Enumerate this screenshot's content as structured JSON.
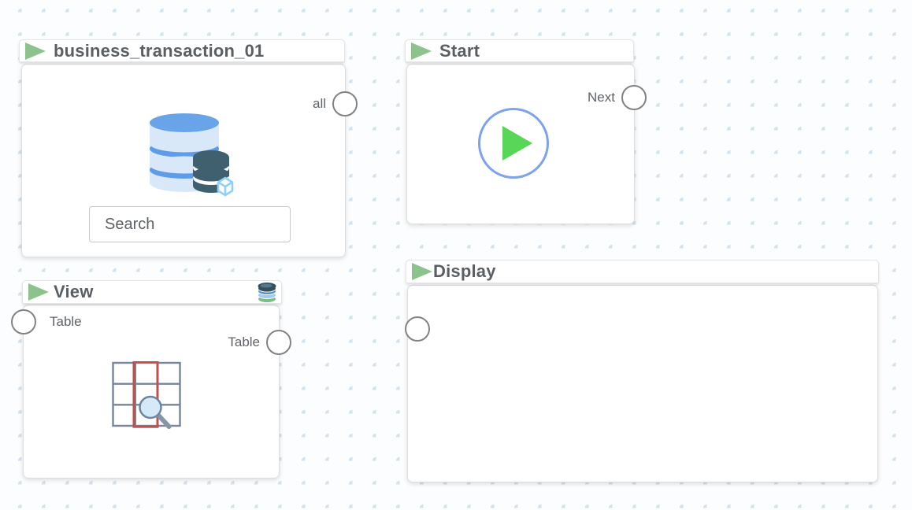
{
  "canvas": {
    "type": "workflow-editor-canvas"
  },
  "nodes": {
    "business_transaction": {
      "title": "business_transaction_01",
      "output_port_label": "all",
      "search_placeholder": "Search",
      "body_icon": "database-icon"
    },
    "start": {
      "title": "Start",
      "output_port_label": "Next",
      "body_icon": "play-icon"
    },
    "view": {
      "title": "View",
      "input_port_label": "Table",
      "output_port_label": "Table",
      "header_icon": "database-stack-icon",
      "body_icon": "table-search-icon"
    },
    "display": {
      "title": "Display"
    }
  },
  "colors": {
    "run_arrow_green": "#8cc38c",
    "play_triangle_green": "#57d657",
    "play_ring_blue": "#7ea3ec",
    "port_border_gray": "#828282",
    "dot_grid_blue": "#d2e2ee",
    "table_highlight_red": "#c0504a",
    "database_blue": "#69a4e9",
    "database_light_blue": "#d9e8f9",
    "database_dark_slate": "#40606f",
    "title_gray": "#5a5f64"
  }
}
